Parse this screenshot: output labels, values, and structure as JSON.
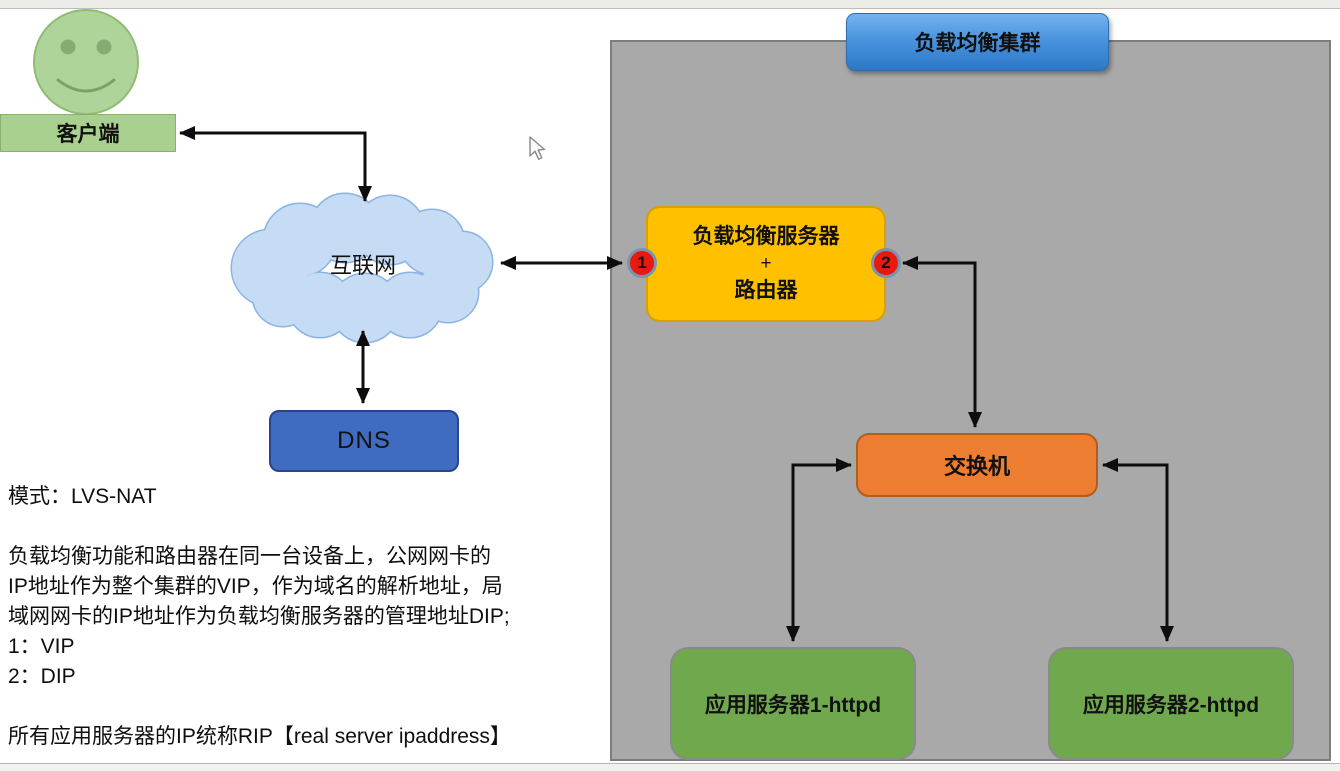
{
  "colors": {
    "panel_bg": "#a9a9a9",
    "cluster_title_blue": "#3e86d1",
    "load_balancer_yellow": "#ffc000",
    "switch_orange": "#ed7d31",
    "server_green": "#70a84e",
    "dns_blue": "#3f6cc0",
    "client_green": "#a9d08e",
    "cloud_blue": "#c3daf2",
    "badge_red": "#e8190f"
  },
  "nodes": {
    "client": {
      "label": "客户端"
    },
    "internet": {
      "label": "互联网"
    },
    "dns": {
      "label": "DNS"
    },
    "cluster_title": {
      "label": "负载均衡集群"
    },
    "load_balancer": {
      "line1": "负载均衡服务器",
      "line2": "+",
      "line3": "路由器"
    },
    "badge_vip": {
      "label": "1"
    },
    "badge_dip": {
      "label": "2"
    },
    "switch": {
      "label": "交换机"
    },
    "server1": {
      "label": "应用服务器1-httpd"
    },
    "server2": {
      "label": "应用服务器2-httpd"
    }
  },
  "notes": {
    "mode": "模式：LVS-NAT",
    "desc_line1": "负载均衡功能和路由器在同一台设备上，公网网卡的",
    "desc_line2": "IP地址作为整个集群的VIP，作为域名的解析地址，局",
    "desc_line3": "域网网卡的IP地址作为负载均衡服务器的管理地址DIP;",
    "vip": "1：VIP",
    "dip": "2：DIP",
    "rip": "所有应用服务器的IP统称RIP【real server ipaddress】"
  }
}
